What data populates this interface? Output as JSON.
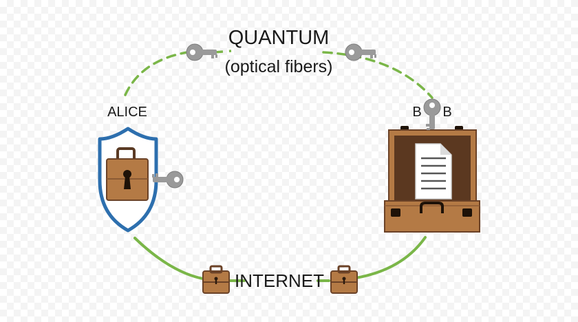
{
  "quantum": {
    "title": "QUANTUM",
    "subtitle": "(optical fibers)"
  },
  "alice": {
    "label": "ALICE"
  },
  "bob": {
    "label_left": "B",
    "label_right": "B"
  },
  "internet": {
    "label": "INTERNET"
  },
  "colors": {
    "green": "#7ab648",
    "wood": "#b47a45",
    "wood_dark": "#6b4227",
    "shield_blue": "#2d6fae",
    "key_gray": "#9a9a9a"
  },
  "icons": [
    "key-icon",
    "padlock-icon",
    "shield-icon",
    "briefcase-icon",
    "document-icon"
  ]
}
